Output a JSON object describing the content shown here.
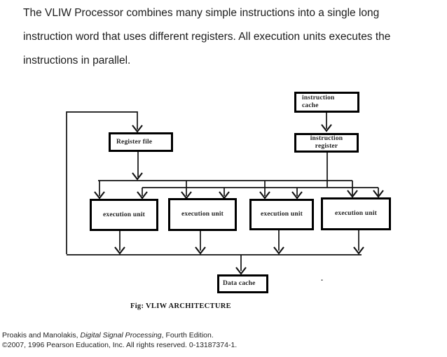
{
  "colors": {
    "ink": "#111111",
    "text": "#1c1c1c"
  },
  "intro": {
    "lines": [
      "The VLIW Processor combines many simple instructions into a single long",
      "instruction word that uses different registers. All execution units executes the",
      "instructions in parallel."
    ]
  },
  "diagram": {
    "instruction_cache_label": "instruction\ncache",
    "register_file_label": "Register file",
    "instruction_register_label": "instruction\nregister",
    "execution_units": [
      "execution unit",
      "execution unit",
      "execution unit",
      "execution unit"
    ],
    "data_cache_label": "Data cache",
    "stray_dot": "."
  },
  "caption": "Fig: VLIW ARCHITECTURE",
  "attribution": {
    "line1_prefix": "Proakis and Manolakis, ",
    "line1_italic": "Digital Signal Processing",
    "line1_suffix": ", Fourth Edition.",
    "line2": "©2007, 1996 Pearson Education, Inc.  All rights reserved.  0-13187374-1."
  }
}
